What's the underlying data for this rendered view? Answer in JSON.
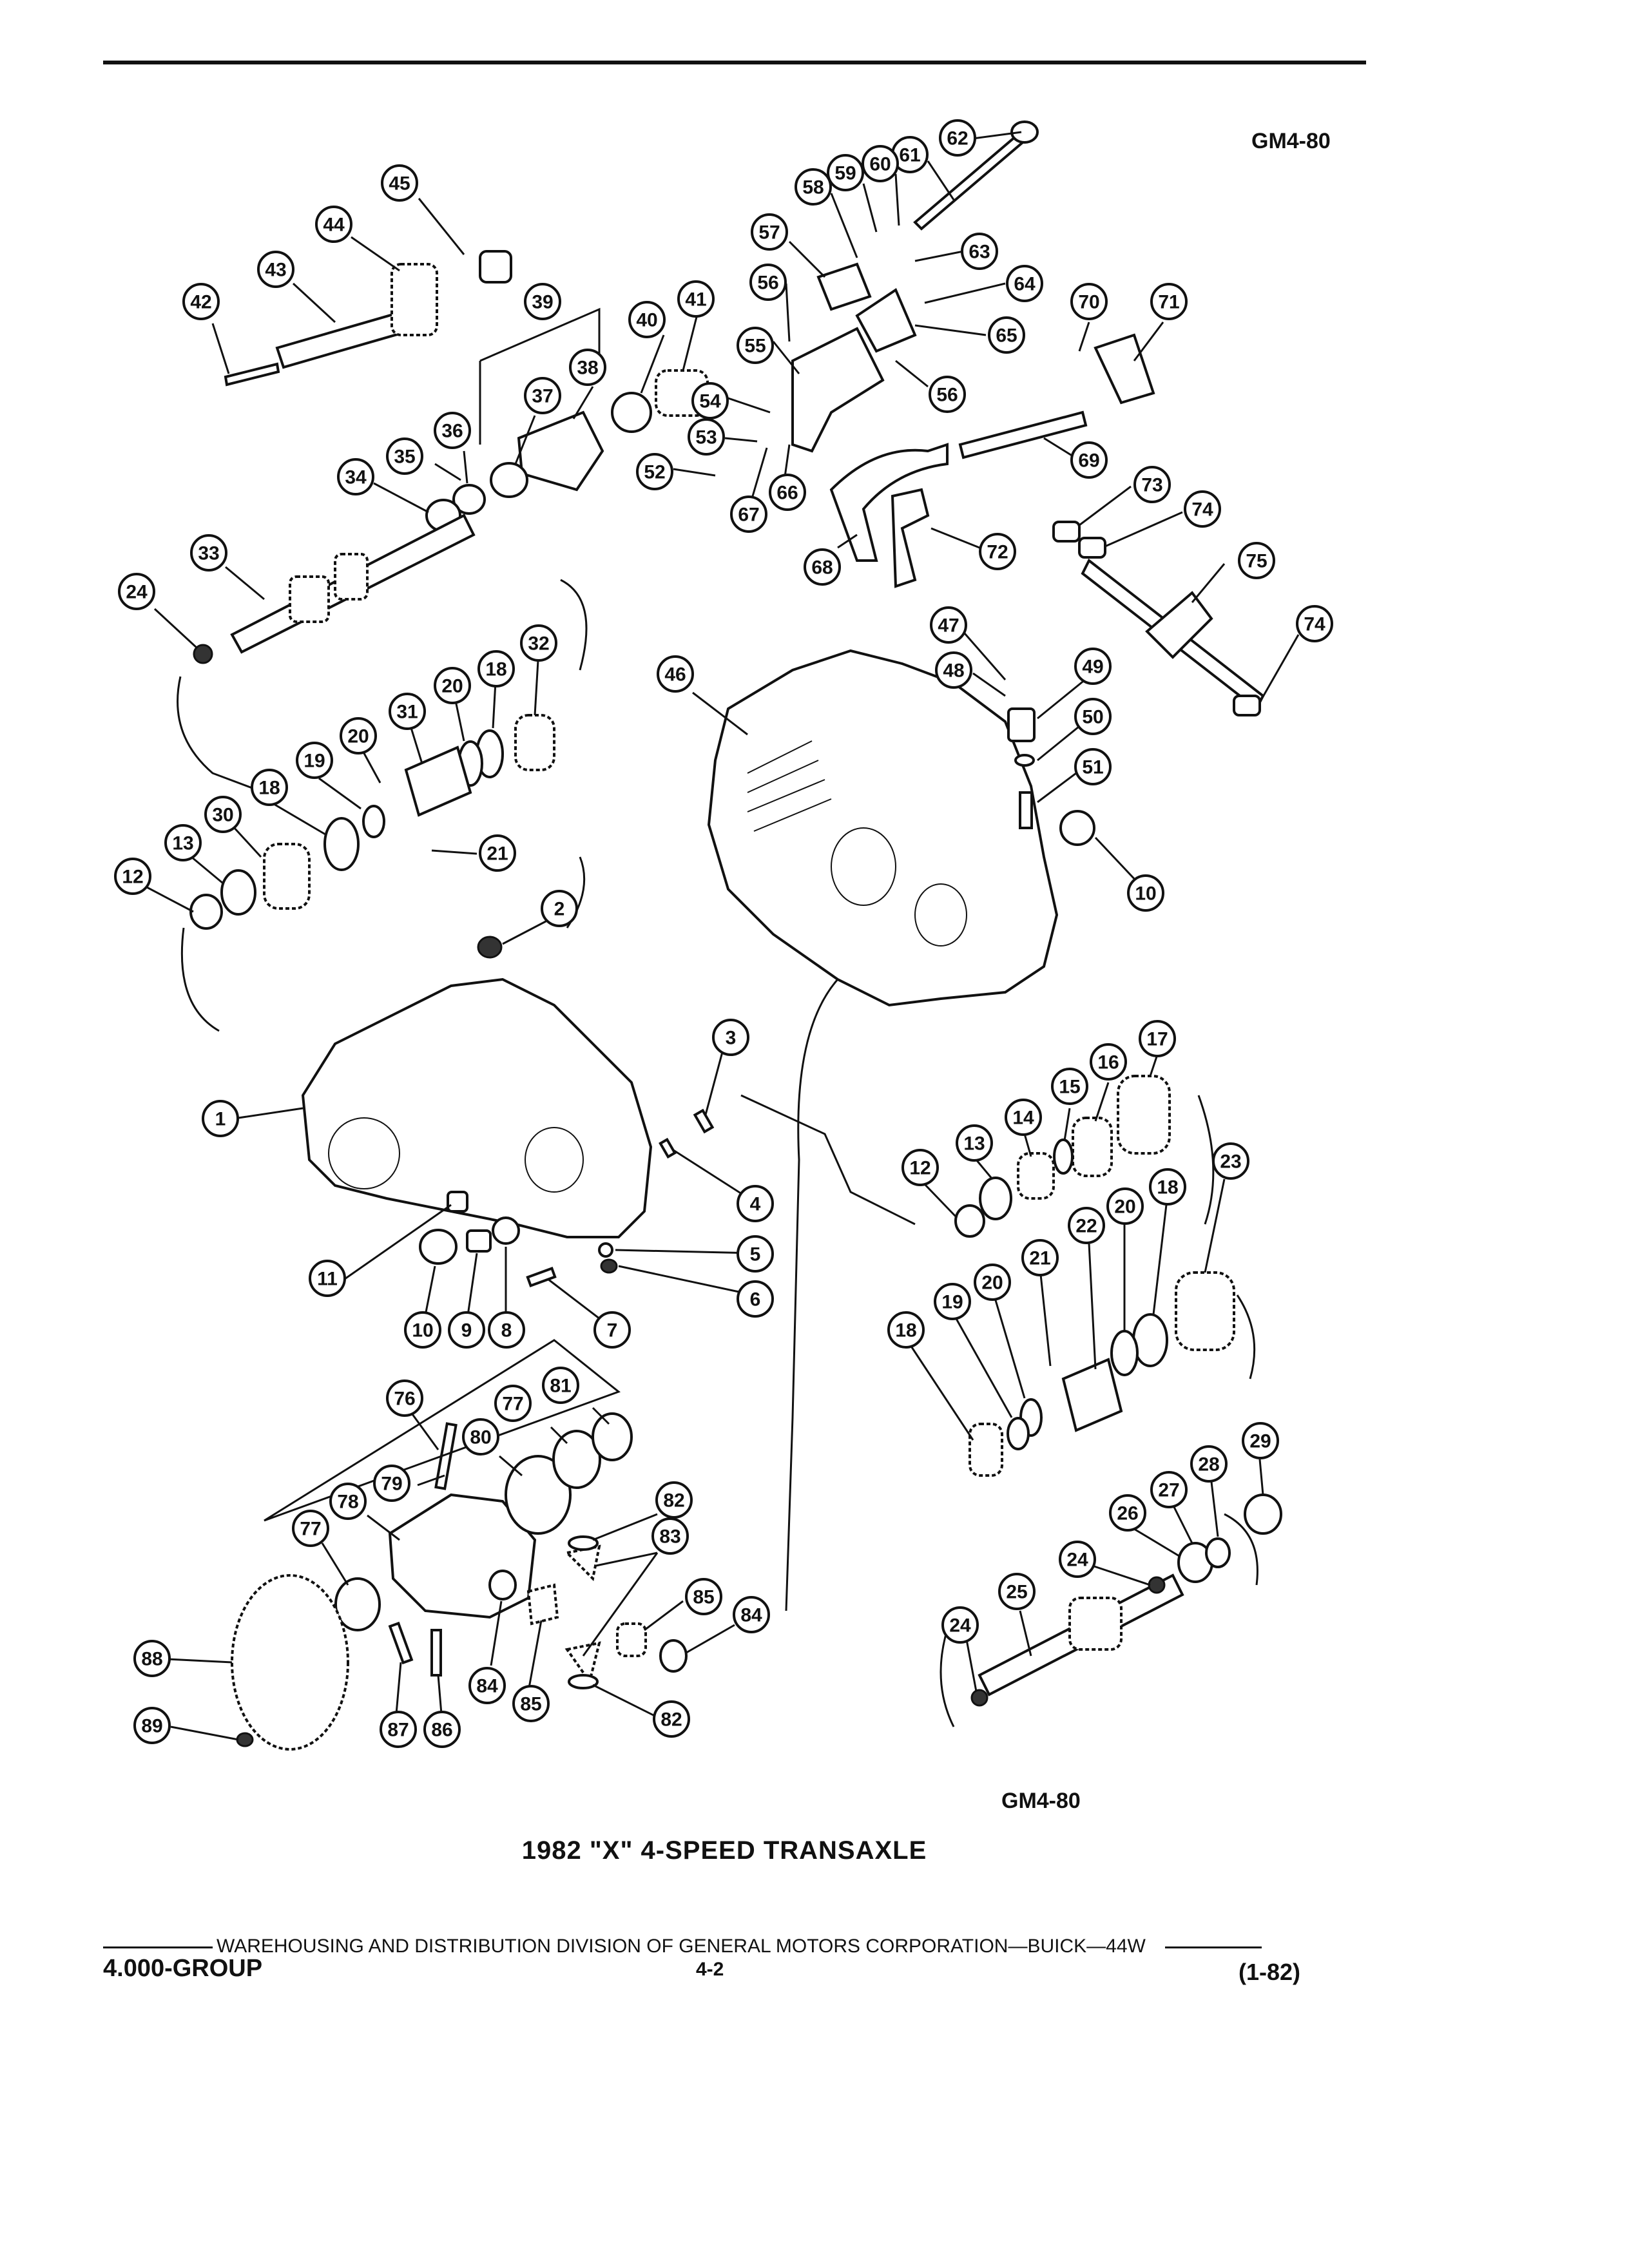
{
  "figure_code_top": "GM4-80",
  "figure_code_bottom": "GM4-80",
  "caption": "1982 \"X\" 4-SPEED TRANSAXLE",
  "footer": {
    "organization": "WAREHOUSING AND DISTRIBUTION DIVISION OF GENERAL MOTORS CORPORATION—BUICK—44W",
    "group": "4.000-GROUP",
    "page": "4-2",
    "date": "(1-82)"
  },
  "callouts": [
    {
      "id": "c45",
      "label": "45"
    },
    {
      "id": "c44",
      "label": "44"
    },
    {
      "id": "c43",
      "label": "43"
    },
    {
      "id": "c42",
      "label": "42"
    },
    {
      "id": "c39",
      "label": "39"
    },
    {
      "id": "c40",
      "label": "40"
    },
    {
      "id": "c41",
      "label": "41"
    },
    {
      "id": "c38",
      "label": "38"
    },
    {
      "id": "c37",
      "label": "37"
    },
    {
      "id": "c36",
      "label": "36"
    },
    {
      "id": "c35",
      "label": "35"
    },
    {
      "id": "c34",
      "label": "34"
    },
    {
      "id": "c33",
      "label": "33"
    },
    {
      "id": "c24a",
      "label": "24"
    },
    {
      "id": "c62",
      "label": "62"
    },
    {
      "id": "c61",
      "label": "61"
    },
    {
      "id": "c60",
      "label": "60"
    },
    {
      "id": "c59",
      "label": "59"
    },
    {
      "id": "c58",
      "label": "58"
    },
    {
      "id": "c57",
      "label": "57"
    },
    {
      "id": "c63",
      "label": "63"
    },
    {
      "id": "c64",
      "label": "64"
    },
    {
      "id": "c65",
      "label": "65"
    },
    {
      "id": "c56a",
      "label": "56"
    },
    {
      "id": "c56b",
      "label": "56"
    },
    {
      "id": "c55",
      "label": "55"
    },
    {
      "id": "c54",
      "label": "54"
    },
    {
      "id": "c53",
      "label": "53"
    },
    {
      "id": "c52",
      "label": "52"
    },
    {
      "id": "c67",
      "label": "67"
    },
    {
      "id": "c66",
      "label": "66"
    },
    {
      "id": "c70",
      "label": "70"
    },
    {
      "id": "c71",
      "label": "71"
    },
    {
      "id": "c69",
      "label": "69"
    },
    {
      "id": "c68",
      "label": "68"
    },
    {
      "id": "c72",
      "label": "72"
    },
    {
      "id": "c73",
      "label": "73"
    },
    {
      "id": "c74a",
      "label": "74"
    },
    {
      "id": "c75",
      "label": "75"
    },
    {
      "id": "c74b",
      "label": "74"
    },
    {
      "id": "c32",
      "label": "32"
    },
    {
      "id": "c18a",
      "label": "18"
    },
    {
      "id": "c20a",
      "label": "20"
    },
    {
      "id": "c31",
      "label": "31"
    },
    {
      "id": "c20b",
      "label": "20"
    },
    {
      "id": "c19a",
      "label": "19"
    },
    {
      "id": "c18b",
      "label": "18"
    },
    {
      "id": "c30",
      "label": "30"
    },
    {
      "id": "c13a",
      "label": "13"
    },
    {
      "id": "c12a",
      "label": "12"
    },
    {
      "id": "c21a",
      "label": "21"
    },
    {
      "id": "c46",
      "label": "46"
    },
    {
      "id": "c47",
      "label": "47"
    },
    {
      "id": "c48",
      "label": "48"
    },
    {
      "id": "c49",
      "label": "49"
    },
    {
      "id": "c50",
      "label": "50"
    },
    {
      "id": "c51",
      "label": "51"
    },
    {
      "id": "c10a",
      "label": "10"
    },
    {
      "id": "c2",
      "label": "2"
    },
    {
      "id": "c3",
      "label": "3"
    },
    {
      "id": "c1",
      "label": "1"
    },
    {
      "id": "c4",
      "label": "4"
    },
    {
      "id": "c5",
      "label": "5"
    },
    {
      "id": "c6",
      "label": "6"
    },
    {
      "id": "c7",
      "label": "7"
    },
    {
      "id": "c8",
      "label": "8"
    },
    {
      "id": "c9",
      "label": "9"
    },
    {
      "id": "c10b",
      "label": "10"
    },
    {
      "id": "c11",
      "label": "11"
    },
    {
      "id": "c17",
      "label": "17"
    },
    {
      "id": "c16",
      "label": "16"
    },
    {
      "id": "c15",
      "label": "15"
    },
    {
      "id": "c14",
      "label": "14"
    },
    {
      "id": "c13b",
      "label": "13"
    },
    {
      "id": "c12b",
      "label": "12"
    },
    {
      "id": "c23",
      "label": "23"
    },
    {
      "id": "c18c",
      "label": "18"
    },
    {
      "id": "c20c",
      "label": "20"
    },
    {
      "id": "c22",
      "label": "22"
    },
    {
      "id": "c21b",
      "label": "21"
    },
    {
      "id": "c20d",
      "label": "20"
    },
    {
      "id": "c19b",
      "label": "19"
    },
    {
      "id": "c18d",
      "label": "18"
    },
    {
      "id": "c29",
      "label": "29"
    },
    {
      "id": "c28",
      "label": "28"
    },
    {
      "id": "c27",
      "label": "27"
    },
    {
      "id": "c26",
      "label": "26"
    },
    {
      "id": "c24b",
      "label": "24"
    },
    {
      "id": "c25",
      "label": "25"
    },
    {
      "id": "c24c",
      "label": "24"
    },
    {
      "id": "c76",
      "label": "76"
    },
    {
      "id": "c81",
      "label": "81"
    },
    {
      "id": "c77a",
      "label": "77"
    },
    {
      "id": "c80",
      "label": "80"
    },
    {
      "id": "c79",
      "label": "79"
    },
    {
      "id": "c78",
      "label": "78"
    },
    {
      "id": "c77b",
      "label": "77"
    },
    {
      "id": "c82a",
      "label": "82"
    },
    {
      "id": "c83",
      "label": "83"
    },
    {
      "id": "c85a",
      "label": "85"
    },
    {
      "id": "c84a",
      "label": "84"
    },
    {
      "id": "c84b",
      "label": "84"
    },
    {
      "id": "c85b",
      "label": "85"
    },
    {
      "id": "c82b",
      "label": "82"
    },
    {
      "id": "c86",
      "label": "86"
    },
    {
      "id": "c87",
      "label": "87"
    },
    {
      "id": "c88",
      "label": "88"
    },
    {
      "id": "c89",
      "label": "89"
    }
  ]
}
